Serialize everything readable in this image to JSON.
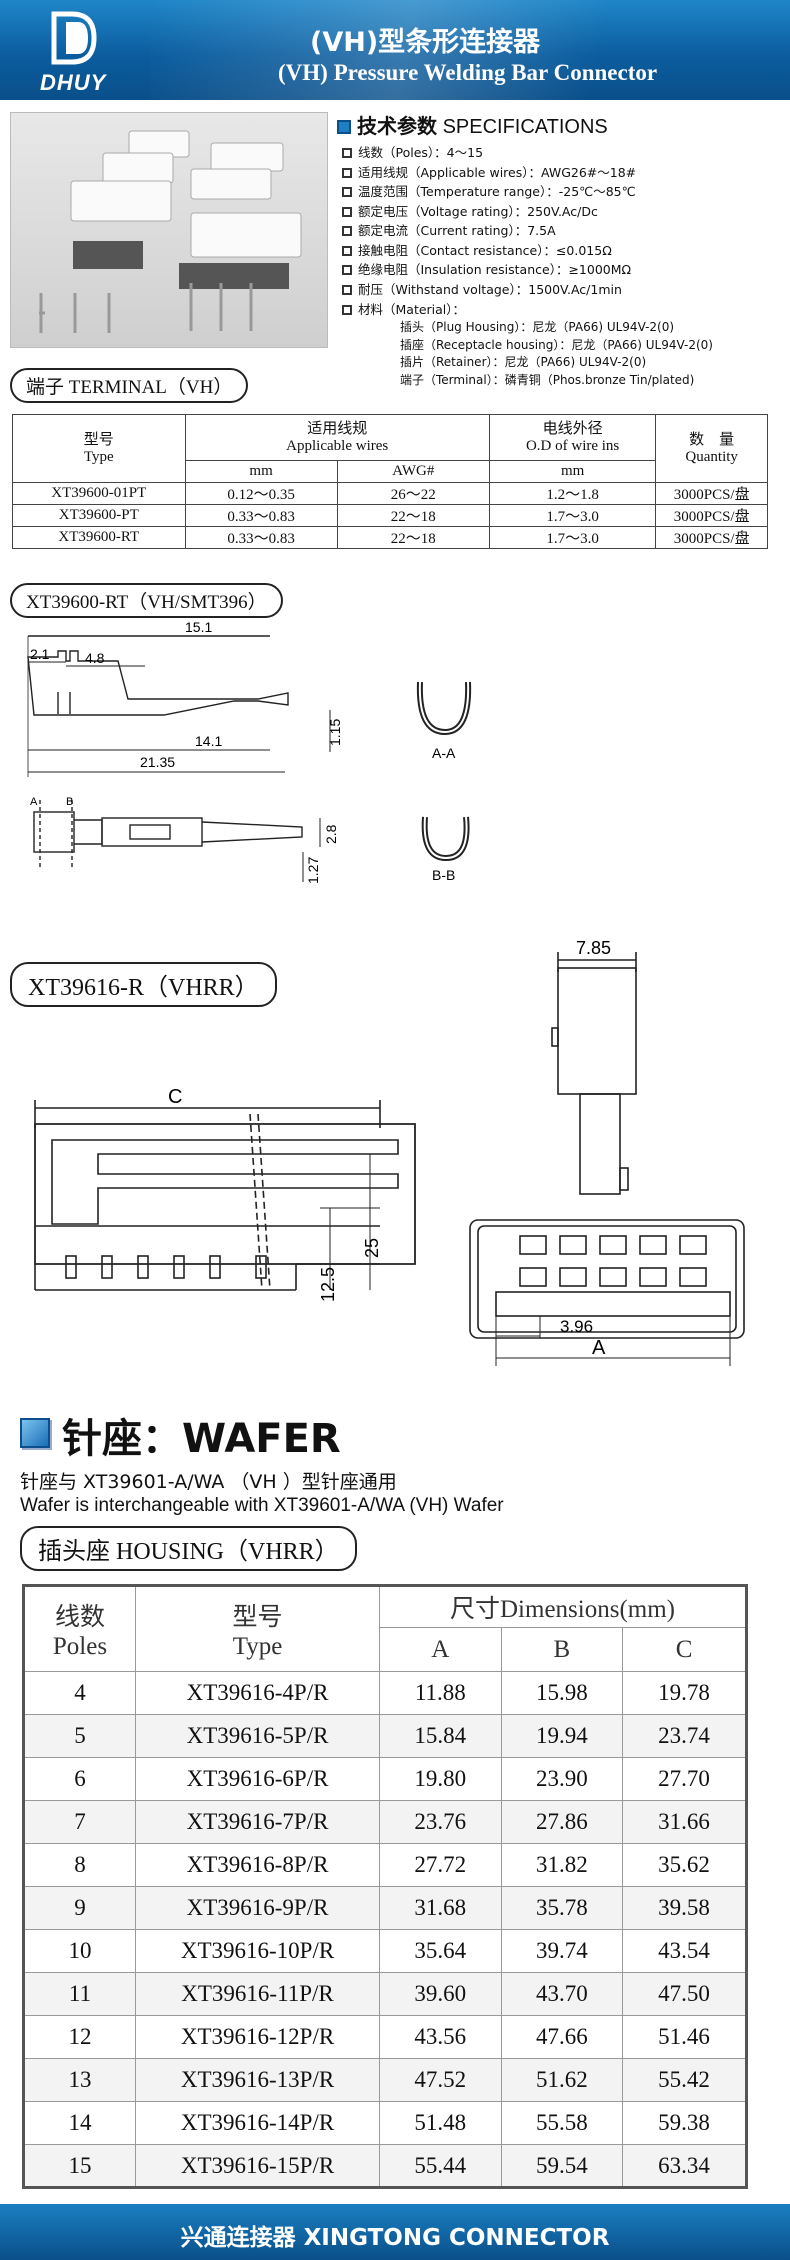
{
  "header": {
    "logo_text": "DHUY",
    "title_cn": "(VH)型条形连接器",
    "title_en": "(VH) Pressure Welding Bar Connector"
  },
  "specs": {
    "heading_cn": "技术参数",
    "heading_en": "SPECIFICATIONS",
    "lines": [
      "线数（Poles）：4～15",
      "适用线规（Applicable wires）：AWG26#～18#",
      "温度范围（Temperature range）：-25℃～85℃",
      "额定电压（Voltage rating）：250V.Ac/Dc",
      "额定电流（Current rating）：7.5A",
      "接触电阻（Contact resistance）：≤0.015Ω",
      "绝缘电阻（Insulation resistance）：≥1000MΩ",
      "耐压（Withstand voltage）：1500V.Ac/1min",
      "材料（Material）："
    ],
    "materials": [
      "插头（Plug Housing）：尼龙（PA66) UL94V-2(0)",
      "插座（Receptacle housing）：尼龙（PA66) UL94V-2(0)",
      "插片（Retainer）：尼龙（PA66) UL94V-2(0)",
      "端子（Terminal）：磷青铜（Phos.bronze Tin/plated)"
    ]
  },
  "terminal_section": {
    "label": "端子 TERMINAL（VH）",
    "headers": {
      "type_cn": "型号",
      "type_en": "Type",
      "wires_cn": "适用线规",
      "wires_en": "Applicable wires",
      "mm": "mm",
      "awg": "AWG#",
      "od_cn": "电线外径",
      "od_en": "O.D of wire ins",
      "od_unit": "mm",
      "qty_cn": "数　量",
      "qty_en": "Quantity"
    },
    "rows": [
      {
        "type": "XT39600-01PT",
        "mm": "0.12～0.35",
        "awg": "26～22",
        "od": "1.2～1.8",
        "qty": "3000PCS/盘"
      },
      {
        "type": "XT39600-PT",
        "mm": "0.33～0.83",
        "awg": "22～18",
        "od": "1.7～3.0",
        "qty": "3000PCS/盘"
      },
      {
        "type": "XT39600-RT",
        "mm": "0.33～0.83",
        "awg": "22～18",
        "od": "1.7～3.0",
        "qty": "3000PCS/盘"
      }
    ]
  },
  "terminal_drawing": {
    "label": "XT39600-RT（VH/SMT396）",
    "dims": {
      "d1": "15.1",
      "d2": "2.1",
      "d3": "4.8",
      "d4": "14.1",
      "d5": "21.35",
      "d6": "1.15",
      "d7": "2.8",
      "d8": "1.27"
    },
    "sections": {
      "aa": "A-A",
      "bb": "B-B",
      "a": "A",
      "b": "B"
    }
  },
  "housing_drawing": {
    "label": "XT39616-R（VHRR）",
    "dims": {
      "c": "C",
      "h25": "25",
      "h125": "12.5",
      "w785": "7.85",
      "p396": "3.96",
      "a": "A"
    }
  },
  "wafer": {
    "title": "针座：WAFER",
    "note_cn": "针座与  XT39601-A/WA （VH ）型针座通用",
    "note_en": "Wafer is interchangeable with XT39601-A/WA (VH) Wafer"
  },
  "housing_table": {
    "label": "插头座  HOUSING（VHRR）",
    "headers": {
      "poles_cn": "线数",
      "poles_en": "Poles",
      "type_cn": "型号",
      "type_en": "Type",
      "dims": "尺寸Dimensions(mm)",
      "a": "A",
      "b": "B",
      "c": "C"
    },
    "rows": [
      {
        "poles": "4",
        "type": "XT39616-4P/R",
        "a": "11.88",
        "b": "15.98",
        "c": "19.78"
      },
      {
        "poles": "5",
        "type": "XT39616-5P/R",
        "a": "15.84",
        "b": "19.94",
        "c": "23.74"
      },
      {
        "poles": "6",
        "type": "XT39616-6P/R",
        "a": "19.80",
        "b": "23.90",
        "c": "27.70"
      },
      {
        "poles": "7",
        "type": "XT39616-7P/R",
        "a": "23.76",
        "b": "27.86",
        "c": "31.66"
      },
      {
        "poles": "8",
        "type": "XT39616-8P/R",
        "a": "27.72",
        "b": "31.82",
        "c": "35.62"
      },
      {
        "poles": "9",
        "type": "XT39616-9P/R",
        "a": "31.68",
        "b": "35.78",
        "c": "39.58"
      },
      {
        "poles": "10",
        "type": "XT39616-10P/R",
        "a": "35.64",
        "b": "39.74",
        "c": "43.54"
      },
      {
        "poles": "11",
        "type": "XT39616-11P/R",
        "a": "39.60",
        "b": "43.70",
        "c": "47.50"
      },
      {
        "poles": "12",
        "type": "XT39616-12P/R",
        "a": "43.56",
        "b": "47.66",
        "c": "51.46"
      },
      {
        "poles": "13",
        "type": "XT39616-13P/R",
        "a": "47.52",
        "b": "51.62",
        "c": "55.42"
      },
      {
        "poles": "14",
        "type": "XT39616-14P/R",
        "a": "51.48",
        "b": "55.58",
        "c": "59.38"
      },
      {
        "poles": "15",
        "type": "XT39616-15P/R",
        "a": "55.44",
        "b": "59.54",
        "c": "63.34"
      }
    ]
  },
  "footer": {
    "text": "兴通连接器 XINGTONG CONNECTOR"
  }
}
